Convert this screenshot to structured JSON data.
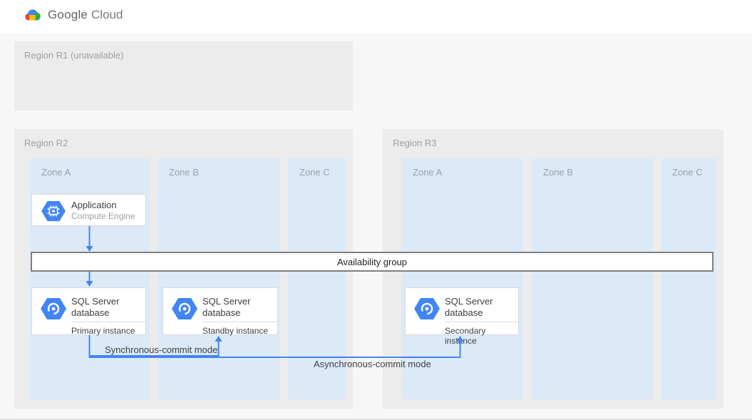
{
  "header": {
    "brand": "Google",
    "product": "Cloud"
  },
  "regions": {
    "r1": {
      "label": "Region R1 (unavailable)"
    },
    "r2": {
      "label": "Region R2",
      "zones": [
        {
          "label": "Zone A"
        },
        {
          "label": "Zone B"
        },
        {
          "label": "Zone C"
        }
      ]
    },
    "r3": {
      "label": "Region R3",
      "zones": [
        {
          "label": "Zone A"
        },
        {
          "label": "Zone B"
        },
        {
          "label": "Zone C"
        }
      ]
    }
  },
  "nodes": {
    "application": {
      "title": "Application",
      "subtitle": "Compute Engine",
      "icon": "compute-engine-hexagon-icon"
    },
    "availability_group": {
      "label": "Availability group"
    },
    "sql_primary": {
      "title": "SQL Server database",
      "instance": "Primary instance",
      "icon": "sql-server-hexagon-icon"
    },
    "sql_standby": {
      "title": "SQL Server database",
      "instance": "Standby instance",
      "icon": "sql-server-hexagon-icon"
    },
    "sql_secondary": {
      "title": "SQL Server database",
      "instance": "Secondary instance",
      "icon": "sql-server-hexagon-icon"
    }
  },
  "connections": {
    "sync_label": "Synchronous-commit mode",
    "async_label": "Asynchronous-commit mode"
  },
  "colors": {
    "accent_blue": "#4285F4",
    "zone_fill": "#DCEAF8",
    "region_fill": "#ECECEC",
    "logo_red": "#EA4335",
    "logo_green": "#34A853",
    "logo_yellow": "#FBBC04"
  }
}
